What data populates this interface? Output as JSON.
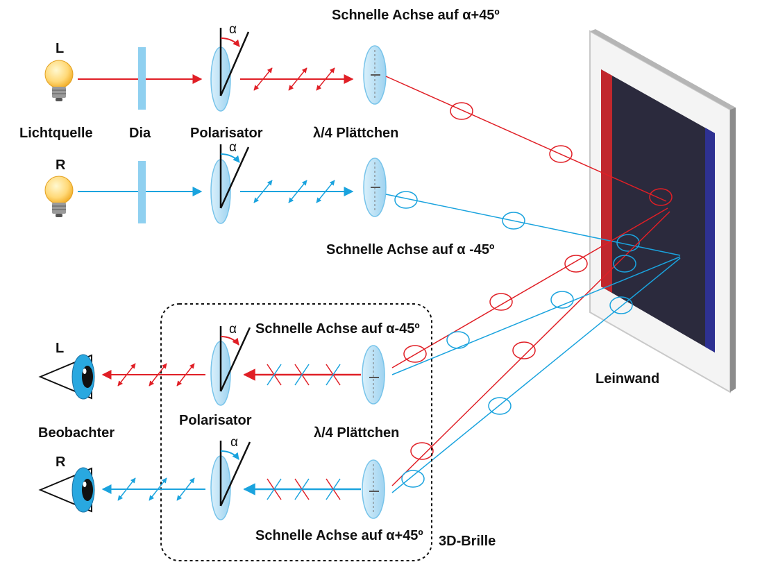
{
  "colors": {
    "red_beam": "#e01f26",
    "blue_beam": "#1aa3de",
    "optic_fill": "#bfe3f7",
    "optic_stroke": "#6fbfe8",
    "screen_dark": "#2b2a3d",
    "screen_red": "#c1272d",
    "screen_blue": "#2e3192",
    "frame": "#f2f2f2"
  },
  "labels": {
    "L_top": "L",
    "R_top": "R",
    "L_eye": "L",
    "R_eye": "R",
    "lichtquelle": "Lichtquelle",
    "dia": "Dia",
    "polarisator_top": "Polarisator",
    "plaettchen_top": "λ/4 Plättchen",
    "fast_axis_top": "Schnelle Achse auf α+45º",
    "fast_axis_mid": "Schnelle Achse auf α -45º",
    "fast_axis_glasses_L": "Schnelle Achse auf α-45º",
    "fast_axis_glasses_R": "Schnelle Achse auf α+45º",
    "polarisator_bottom": "Polarisator",
    "plaettchen_bottom": "λ/4 Plättchen",
    "beobachter": "Beobachter",
    "leinwand": "Leinwand",
    "brille": "3D-Brille",
    "alpha": "α"
  },
  "icons": [
    "lightbulb-icon",
    "eye-icon"
  ]
}
